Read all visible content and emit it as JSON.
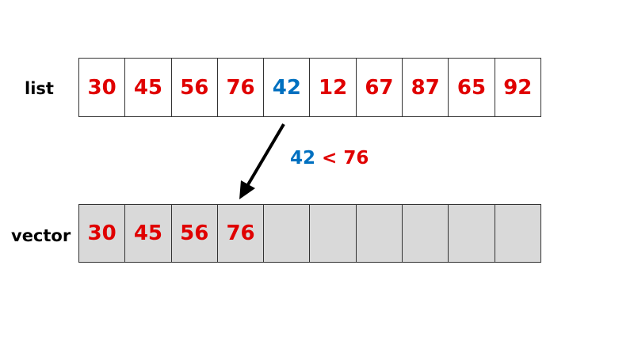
{
  "list": {
    "label": "list",
    "values": [
      "30",
      "45",
      "56",
      "76",
      "42",
      "12",
      "67",
      "87",
      "65",
      "92"
    ],
    "highlight_index": 4
  },
  "vector": {
    "label": "vector",
    "values": [
      "30",
      "45",
      "56",
      "76",
      "",
      "",
      "",
      "",
      "",
      ""
    ]
  },
  "comparison": {
    "left": "42",
    "operator": "<",
    "right": "76"
  },
  "colors": {
    "value_red": "#e00000",
    "highlight_blue": "#0070c0",
    "vector_fill": "#d9d9d9"
  }
}
